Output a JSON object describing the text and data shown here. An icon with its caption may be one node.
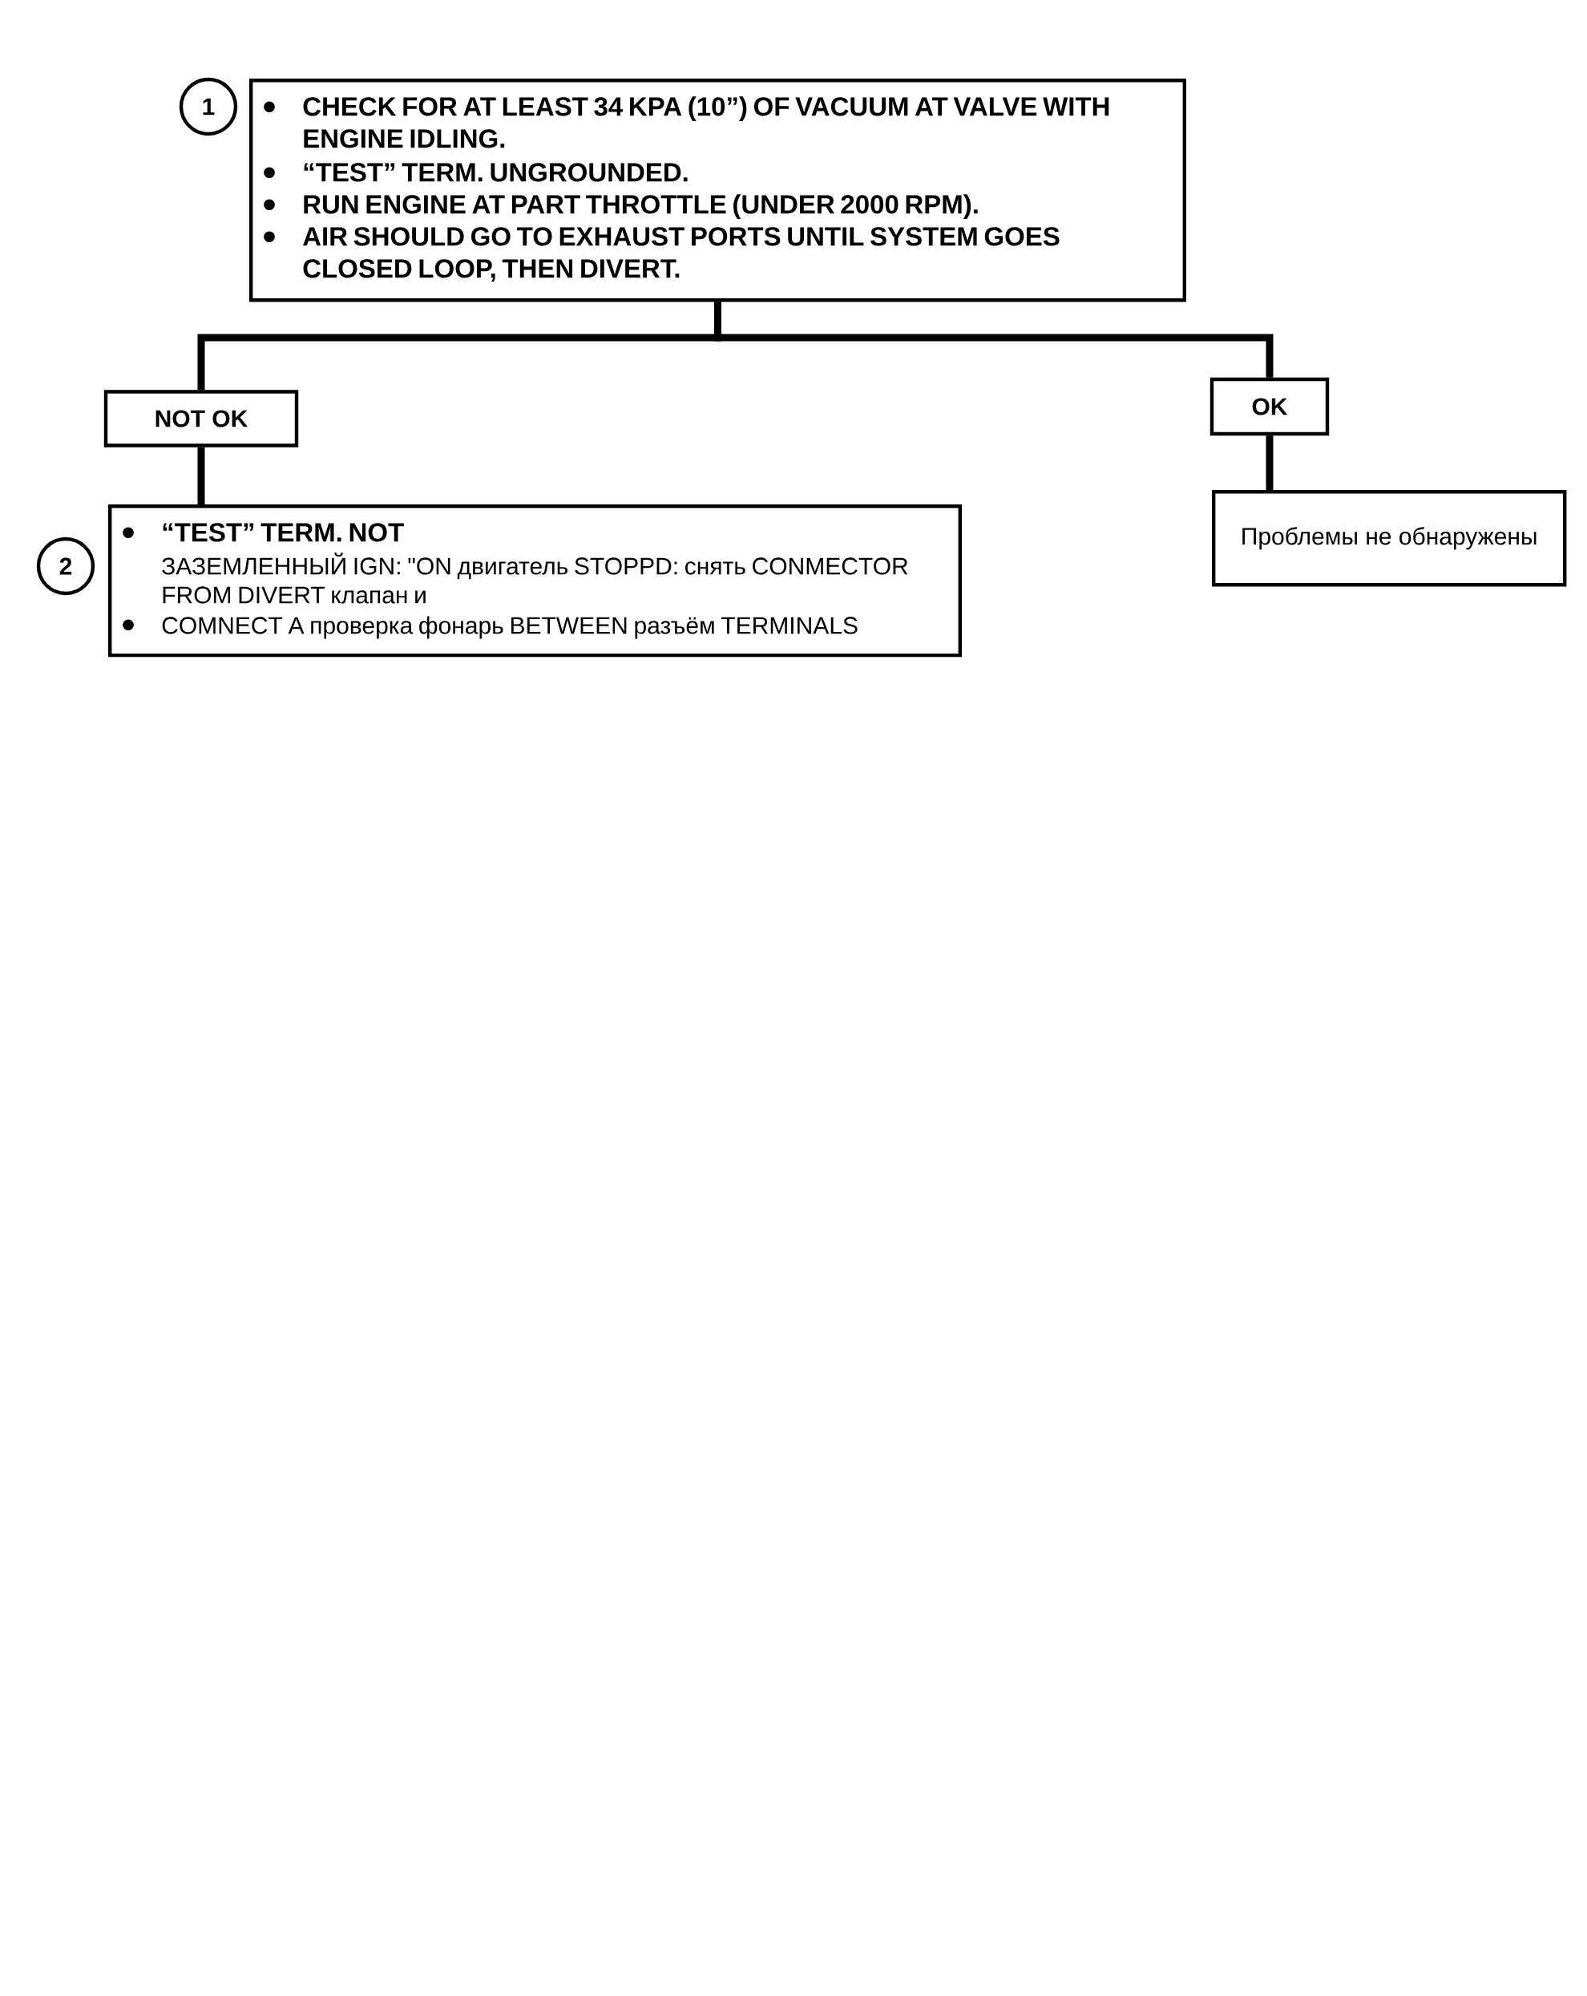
{
  "diagram": {
    "nodes": [
      {
        "text": [
          "CHECK FOR AT LEAST 34 KPA (10”) OF VACUUM AT VALVE WITH ENGINE IDLING.",
          "“TEST” TERM. UNGROUNDED.",
          "RUN ENGINE AT PART THROTTLE (UNDER 2000 RPM).",
          "AIR SHOULD GO TO EXHAUST PORTS UNTIL SYSTEM GOES CLOSED LOOP, THEN DIVERT."
        ],
        "beside": [
          "1"
        ]
      },
      {
        "text": [
          "NOT OK"
        ]
      },
      {
        "text": [
          "OK"
        ]
      },
      {
        "text": [
          "“TEST” TERM. NOT",
          "ЗАЗЕМЛЕННЫЙ IGN: \"ON двигатель STOPPD: снять CONMECTOR FROM DIVERT клапан и",
          "COMNECT A проверка фонарь BETWEEN разъём TERMINALS"
        ],
        "beside": [
          "2"
        ]
      },
      {
        "text": [
          "Проблемы не обнаружены"
        ]
      }
    ],
    "edges": [
      {
        "from": 0,
        "to": 1,
        "arrow": "none"
      },
      {
        "from": 0,
        "to": 2,
        "arrow": "none"
      },
      {
        "from": 1,
        "to": 3,
        "arrow": "none"
      },
      {
        "from": 2,
        "to": 4,
        "arrow": "none"
      }
    ]
  }
}
